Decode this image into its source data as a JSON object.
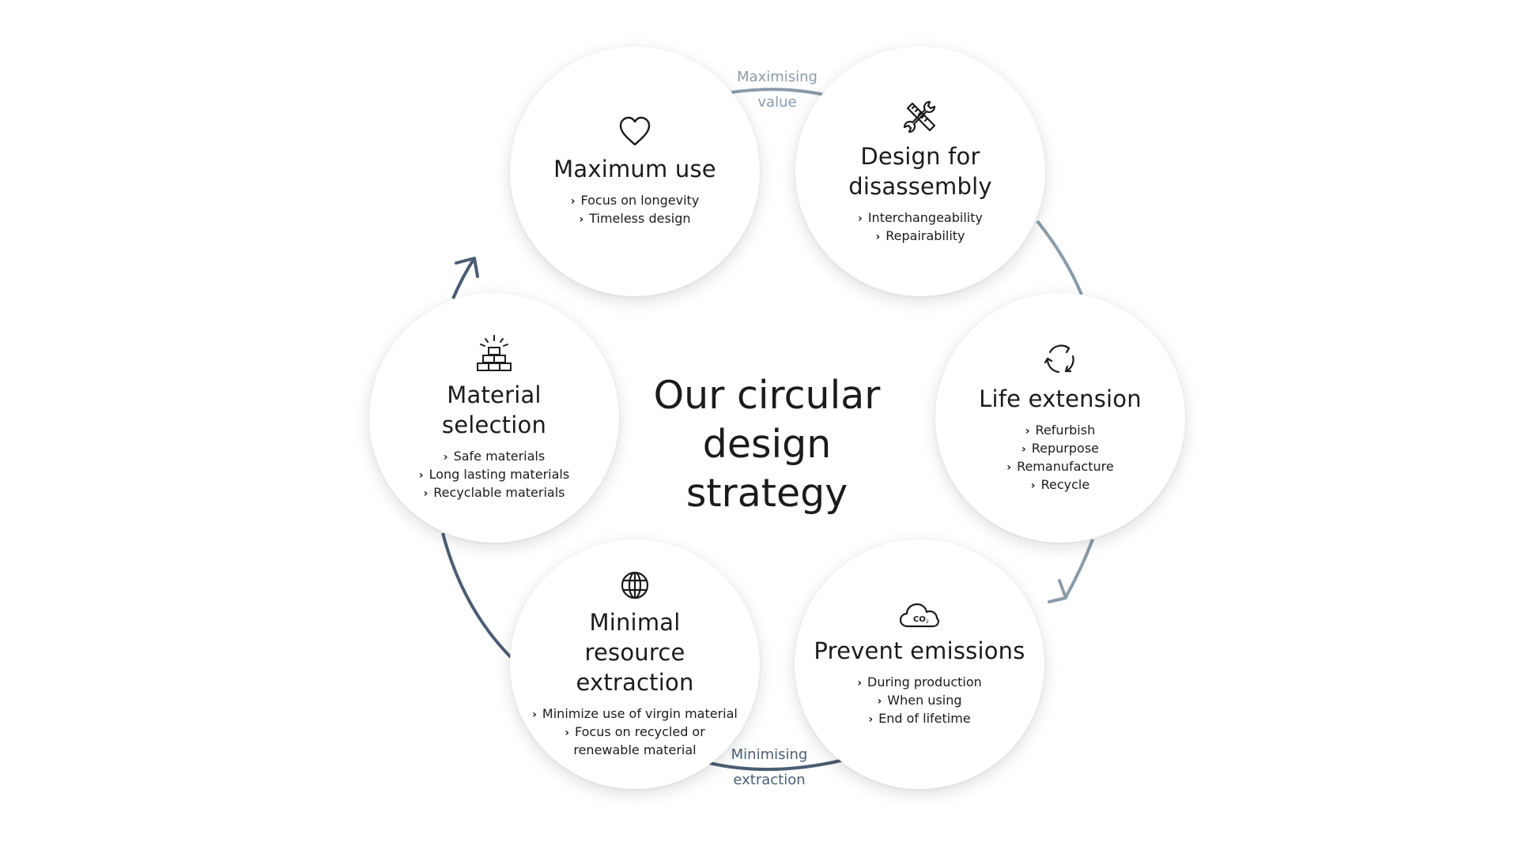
{
  "center": {
    "title_line1": "Our circular",
    "title_line2": "design strategy"
  },
  "arc_labels": {
    "top": {
      "line1": "Maximising",
      "line2": "value"
    },
    "bottom": {
      "line1": "Minimising",
      "line2": "extraction"
    }
  },
  "nodes": [
    {
      "id": "maximum-use",
      "icon": "heart-icon",
      "title": [
        "Maximum use"
      ],
      "bullets": [
        [
          "Focus on longevity"
        ],
        [
          "Timeless design"
        ]
      ]
    },
    {
      "id": "design-for-disassembly",
      "icon": "tools-icon",
      "title": [
        "Design for",
        "disassembly"
      ],
      "bullets": [
        [
          "Interchangeability"
        ],
        [
          "Repairability"
        ]
      ]
    },
    {
      "id": "life-extension",
      "icon": "recycle-arrows-icon",
      "title": [
        "Life extension"
      ],
      "bullets": [
        [
          "Refurbish"
        ],
        [
          "Repurpose"
        ],
        [
          "Remanufacture"
        ],
        [
          "Recycle"
        ]
      ]
    },
    {
      "id": "prevent-emissions",
      "icon": "co2-cloud-icon",
      "title": [
        "Prevent emissions"
      ],
      "bullets": [
        [
          "During production"
        ],
        [
          "When using"
        ],
        [
          "End of lifetime"
        ]
      ]
    },
    {
      "id": "minimal-resource-extraction",
      "icon": "globe-icon",
      "title": [
        "Minimal",
        "resource extraction"
      ],
      "bullets": [
        [
          "Minimize use of virgin material"
        ],
        [
          "Focus on recycled or",
          "renewable material"
        ]
      ]
    },
    {
      "id": "material-selection",
      "icon": "bricks-icon",
      "title": [
        "Material",
        "selection"
      ],
      "bullets": [
        [
          "Safe materials"
        ],
        [
          "Long lasting materials"
        ],
        [
          "Recyclable materials"
        ]
      ]
    }
  ],
  "colors": {
    "arc_light": "#8a9ba8",
    "arc_dark": "#4b5d73",
    "label_light": "#8a9ba8",
    "label_dark": "#4b5d73",
    "text": "#1b1b1b"
  }
}
